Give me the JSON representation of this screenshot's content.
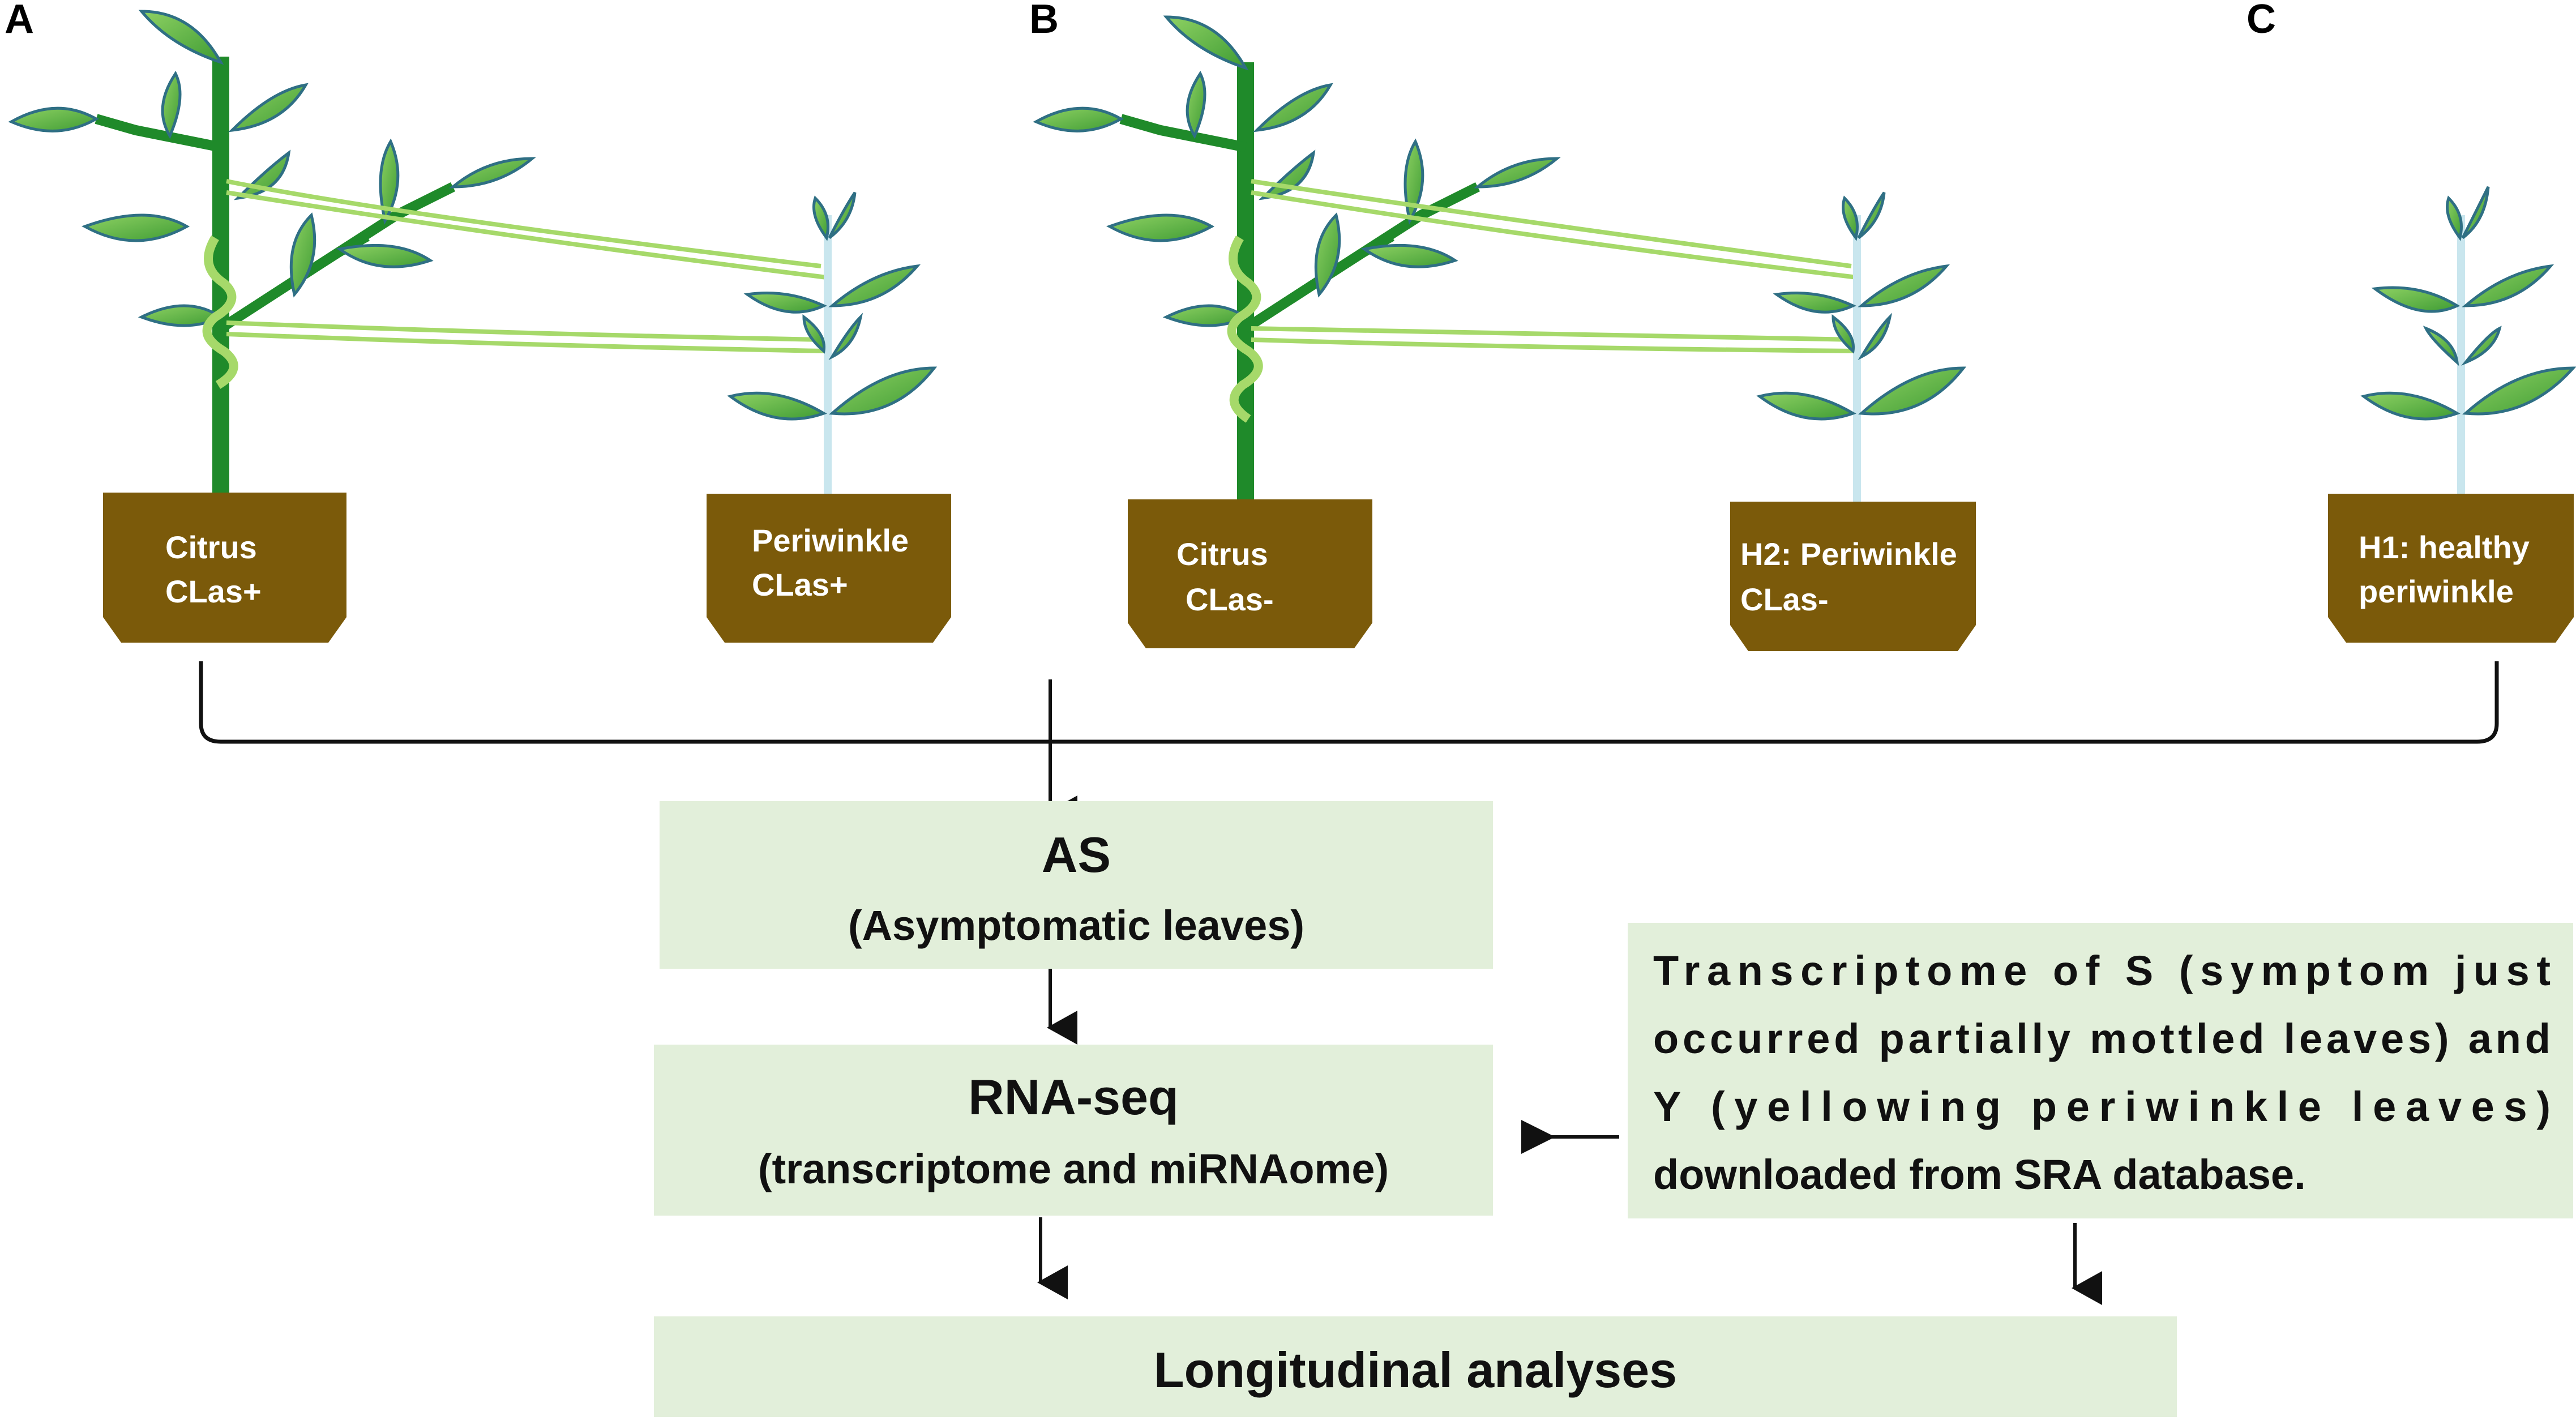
{
  "panels": {
    "a": "A",
    "b": "B",
    "c": "C"
  },
  "pots": {
    "citrus_pos": {
      "line1": "Citrus",
      "line2": "CLas+"
    },
    "periwinkle_pos": {
      "line1": "Periwinkle",
      "line2": "CLas+"
    },
    "citrus_neg": {
      "line1": "Citrus",
      "line2": "CLas-"
    },
    "periwinkle_neg": {
      "line1": "H2: Periwinkle",
      "line2": "CLas-"
    },
    "healthy": {
      "line1": "H1: healthy",
      "line2": "periwinkle"
    }
  },
  "boxes": {
    "as": {
      "title": "AS",
      "subtitle": "(Asymptomatic leaves)"
    },
    "rnaseq": {
      "title": "RNA-seq",
      "subtitle": "(transcriptome and miRNAome)"
    },
    "longitudinal": {
      "title": "Longitudinal analyses"
    },
    "sra": {
      "line1": "Transcriptome of S (symptom just",
      "line2": "occurred partially mottled leaves) and",
      "line3": "Y (yellowing periwinkle leaves)",
      "line4": "downloaded from SRA database."
    }
  },
  "colors": {
    "pot": "#7b5a0a",
    "box_fill": "#e2efda",
    "leaf": "#5cb53e",
    "stem": "#1f8a2a",
    "dodder": "#a6d96a",
    "periwinkle_stem": "#c9e6ee"
  }
}
